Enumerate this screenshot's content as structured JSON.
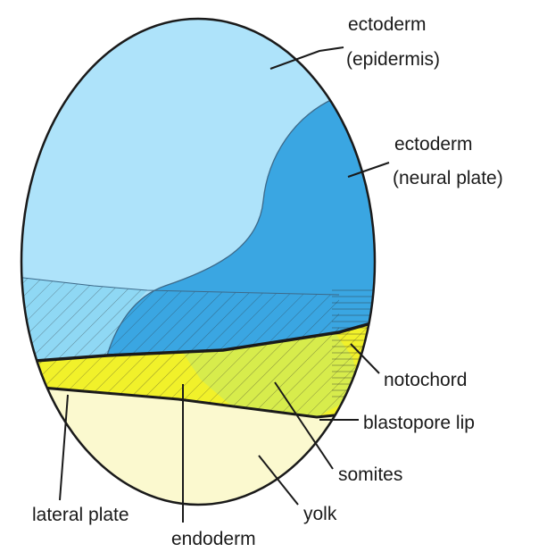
{
  "labels": {
    "ectoderm_epidermis_line1": "ectoderm",
    "ectoderm_epidermis_line2": "(epidermis)",
    "ectoderm_neural_line1": "ectoderm",
    "ectoderm_neural_line2": "(neural plate)",
    "notochord": "notochord",
    "blastopore_lip": "blastopore lip",
    "somites": "somites",
    "yolk": "yolk",
    "lateral_plate": "lateral plate",
    "endoderm": "endoderm"
  },
  "colors": {
    "epidermis": "#aee3fa",
    "neural_plate": "#3aa6e2",
    "lateral_plate": "#8fd8f4",
    "yellow_band": "#f1f12a",
    "somites": "#d7ec4c",
    "yolk": "#fbf9cf",
    "outline": "#1a1a1a"
  }
}
